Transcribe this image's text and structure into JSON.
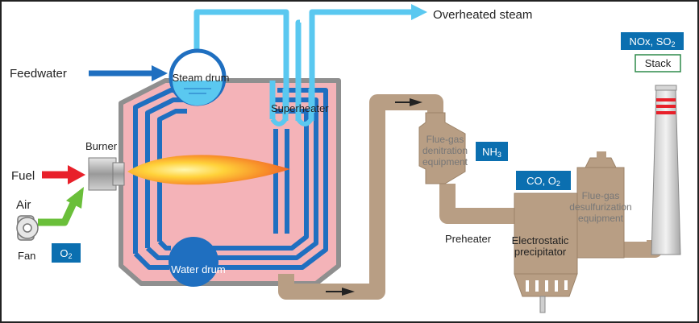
{
  "labels": {
    "overheated_steam": "Overheated steam",
    "feedwater": "Feedwater",
    "steam_drum": "Steam drum",
    "superheater": "Superheater",
    "burner": "Burner",
    "fuel": "Fuel",
    "air": "Air",
    "fan": "Fan",
    "water_drum": "Water drum",
    "flue_gas_denitration_1": "Flue-gas",
    "flue_gas_denitration_2": "denitration",
    "flue_gas_denitration_3": "equipment",
    "preheater": "Preheater",
    "electrostatic_1": "Electrostatic",
    "electrostatic_2": "precipitator",
    "flue_gas_desulf_1": "Flue-gas",
    "flue_gas_desulf_2": "desulfurization",
    "flue_gas_desulf_3": "equipment",
    "stack": "Stack"
  },
  "badges": {
    "nox_so2": "NOx, SO",
    "nox_so2_sub": "2",
    "nh3": "NH",
    "nh3_sub": "3",
    "co_o2": "CO, O",
    "co_o2_sub": "2",
    "o2": "O",
    "o2_sub": "2"
  },
  "colors": {
    "badge": "#0b6fb0",
    "steam": "#5ac8f0",
    "water_pipe": "#1f6fc0",
    "flue_pipe": "#b89e84",
    "furnace_fill": "#f4b3b8",
    "fuel_arrow": "#e8202a",
    "air_arrow": "#6abf3a",
    "stack_border": "#2e8a4a"
  }
}
